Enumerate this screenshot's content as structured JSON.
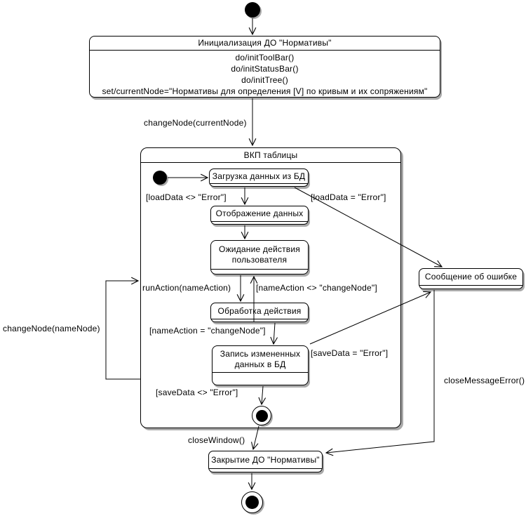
{
  "nodes": {
    "init": {
      "title": "Инициализация ДО \"Нормативы\"",
      "actions": [
        "do/initToolBar()",
        "do/initStatusBar()",
        "do/initTree()",
        "set/currentNode=\"Нормативы для определения [V] по кривым и их сопряжениям\""
      ]
    },
    "composite": {
      "title": "ВКП таблицы"
    },
    "load": {
      "title": "Загрузка данных из БД"
    },
    "display": {
      "title": "Отображение данных"
    },
    "wait": {
      "title": "Ожидание действия пользователя"
    },
    "process": {
      "title": "Обработка действия"
    },
    "save": {
      "title": "Запись измененных данных в БД"
    },
    "error": {
      "title": "Сообщение об ошибке"
    },
    "close": {
      "title": "Закрытие ДО \"Нормативы\""
    }
  },
  "transitions": {
    "change_node_current": "changeNode(currentNode)",
    "load_ok": "[loadData <> \"Error\"]",
    "load_err": "[loadData = \"Error\"]",
    "run_action": "runAction(nameAction)",
    "name_action_ne": "[nameAction <> \"changeNode\"]",
    "name_action_eq": "[nameAction = \"changeNode\"]",
    "save_err": "[saveData = \"Error\"]",
    "save_ok": "[saveData <> \"Error\"]",
    "change_node_name": "changeNode(nameNode)",
    "close_window": "closeWindow()",
    "close_message_error": "closeMessageError()"
  },
  "colors": {
    "line": "#000000",
    "shadow": "#a9a9a9",
    "fill": "#ffffff"
  }
}
